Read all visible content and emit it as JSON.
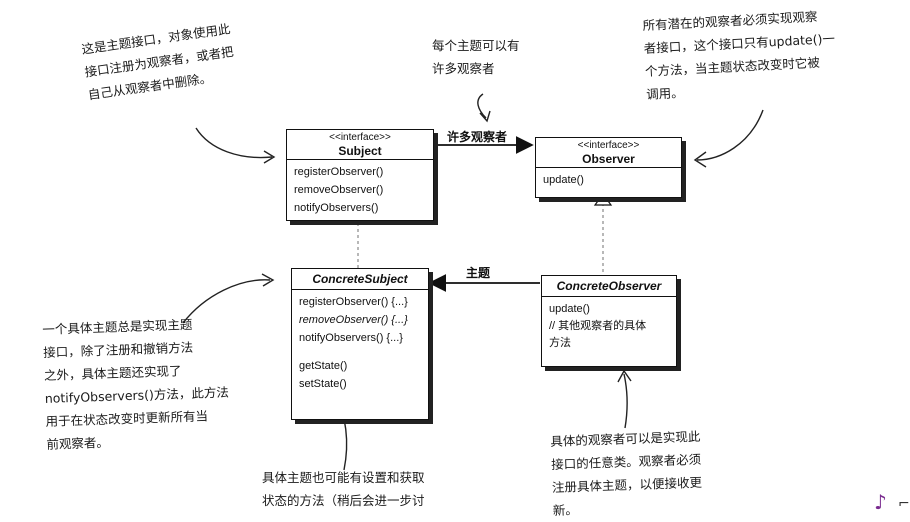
{
  "notes": {
    "subject_note": "这是主题接口，对象使用此\n接口注册为观察者，或者把\n自己从观察者中删除。",
    "many_observers_note": "每个主题可以有\n许多观察者",
    "observer_note": "所有潜在的观察者必须实现观察\n者接口，这个接口只有update()一\n个方法，当主题状态改变时它被\n调用。",
    "concrete_subject_note": "一个具体主题总是实现主题\n接口，除了注册和撤销方法\n之外，具体主题还实现了\nnotifyObservers()方法，此方法\n用于在状态改变时更新所有当\n前观察者。",
    "state_methods_note": "具体主题也可能有设置和获取\n状态的方法（稍后会进一步讨",
    "concrete_observer_note": "具体的观察者可以是实现此\n接口的任意类。观察者必须\n注册具体主题，以便接收更\n新。"
  },
  "subject": {
    "stereotype": "<<interface>>",
    "name": "Subject",
    "methods": [
      "registerObserver()",
      "removeObserver()",
      "notifyObservers()"
    ]
  },
  "observer": {
    "stereotype": "<<interface>>",
    "name": "Observer",
    "methods": [
      "update()"
    ]
  },
  "concrete_subject": {
    "name": "ConcreteSubject",
    "methods": [
      "registerObserver() {...}",
      "removeObserver() {...}",
      "notifyObservers() {...}"
    ],
    "extra_methods": [
      "getState()",
      "setState()"
    ]
  },
  "concrete_observer": {
    "name": "ConcreteObserver",
    "methods": [
      "update()"
    ],
    "comment": "// 其他观察者的具体\n方法"
  },
  "relations": {
    "many_observers_label": "许多观察者",
    "subject_label": "主题"
  },
  "colors": {
    "corner_icon": "#7a2b8f"
  },
  "icons": {
    "corner": "music-note-icon"
  }
}
